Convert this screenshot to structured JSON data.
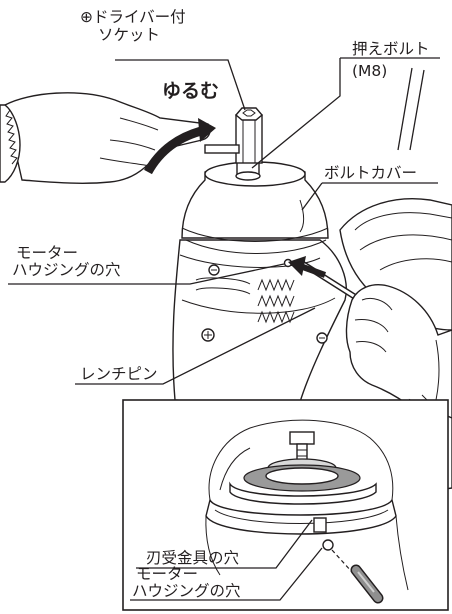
{
  "labels": {
    "socket_line1": "⊕ドライバー付",
    "socket_line2": "ソケット",
    "loosen": "ゆるむ",
    "bolt_line1": "押えボルト",
    "bolt_line2": "(M8)",
    "bolt_cover": "ボルトカバー",
    "motor_hole_line1": "モーター",
    "motor_hole_line2": "ハウジングの穴",
    "wrench_pin": "レンチピン",
    "blade_hole": "刃受金具の穴",
    "inset_motor_line1": "モーター",
    "inset_motor_line2": "ハウジングの穴"
  },
  "colors": {
    "line": "#231f20",
    "arrow": "#231f20",
    "background": "#ffffff"
  },
  "icons": {
    "rotation_arrow": "curved-arrow-icon",
    "insert_arrow": "insert-arrow-icon"
  }
}
